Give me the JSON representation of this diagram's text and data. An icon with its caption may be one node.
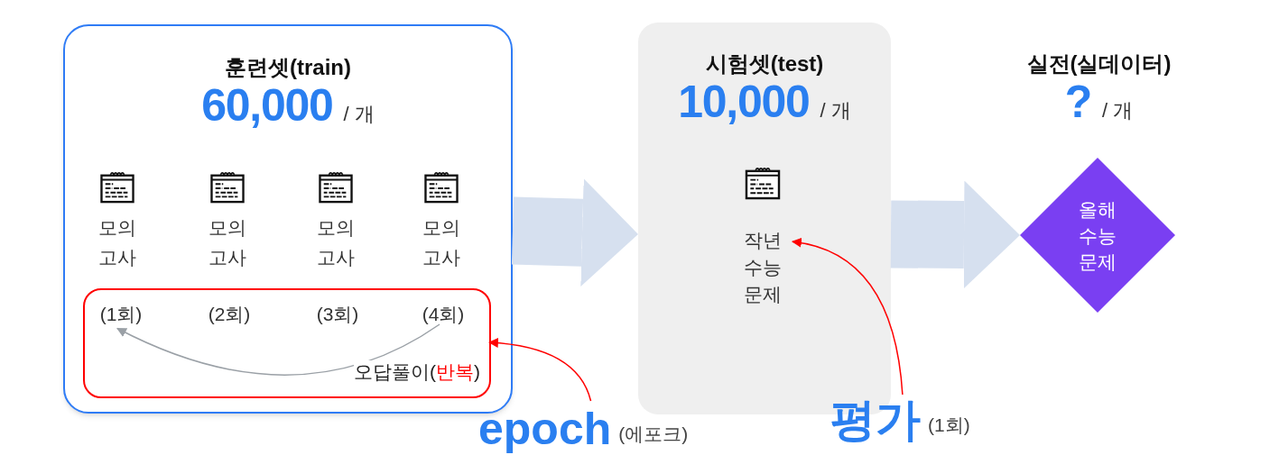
{
  "diagram": {
    "nodes": [
      {
        "text": [
          "훈련셋(train)",
          "60,000",
          "/ 개"
        ]
      },
      {
        "text": [
          "모의 고사"
        ],
        "in": 0
      },
      {
        "text": [
          "모의 고사"
        ],
        "in": 0
      },
      {
        "text": [
          "모의 고사"
        ],
        "in": 0
      },
      {
        "text": [
          "모의 고사"
        ],
        "in": 0
      },
      {
        "text": [
          "오답풀이(**반복**)"
        ],
        "in": 0
      },
      {
        "text": [
          "(1회)"
        ],
        "in": 5
      },
      {
        "text": [
          "(2회)"
        ],
        "in": 5
      },
      {
        "text": [
          "(3회)"
        ],
        "in": 5
      },
      {
        "text": [
          "(4회)"
        ],
        "in": 5
      },
      {
        "text": [
          "시험셋(test)",
          "10,000",
          "/ 개"
        ]
      },
      {
        "text": [
          "작년 수능 문제"
        ],
        "in": 10
      },
      {
        "text": [
          "실전(실데이터)",
          "?",
          "/ 개"
        ]
      },
      {
        "text": [
          "올해 수능 문제"
        ]
      },
      {
        "text": [
          "epoch",
          "(에포크)"
        ]
      },
      {
        "text": [
          "평가",
          "(1회)"
        ]
      }
    ],
    "edges": [
      {
        "from": 0,
        "to": 10,
        "arrow": "to",
        "style": "thick",
        "color": "#d6e0ef"
      },
      {
        "from": 10,
        "to": 13,
        "arrow": "to",
        "style": "thick",
        "color": "#d6e0ef"
      },
      {
        "from": 9,
        "to": 6,
        "arrow": "to",
        "color": "#9aa0a6"
      },
      {
        "from": 14,
        "to": 5,
        "arrow": "to",
        "color": "#ff0000"
      },
      {
        "from": 15,
        "to": 11,
        "arrow": "to",
        "color": "#ff0000"
      }
    ]
  }
}
